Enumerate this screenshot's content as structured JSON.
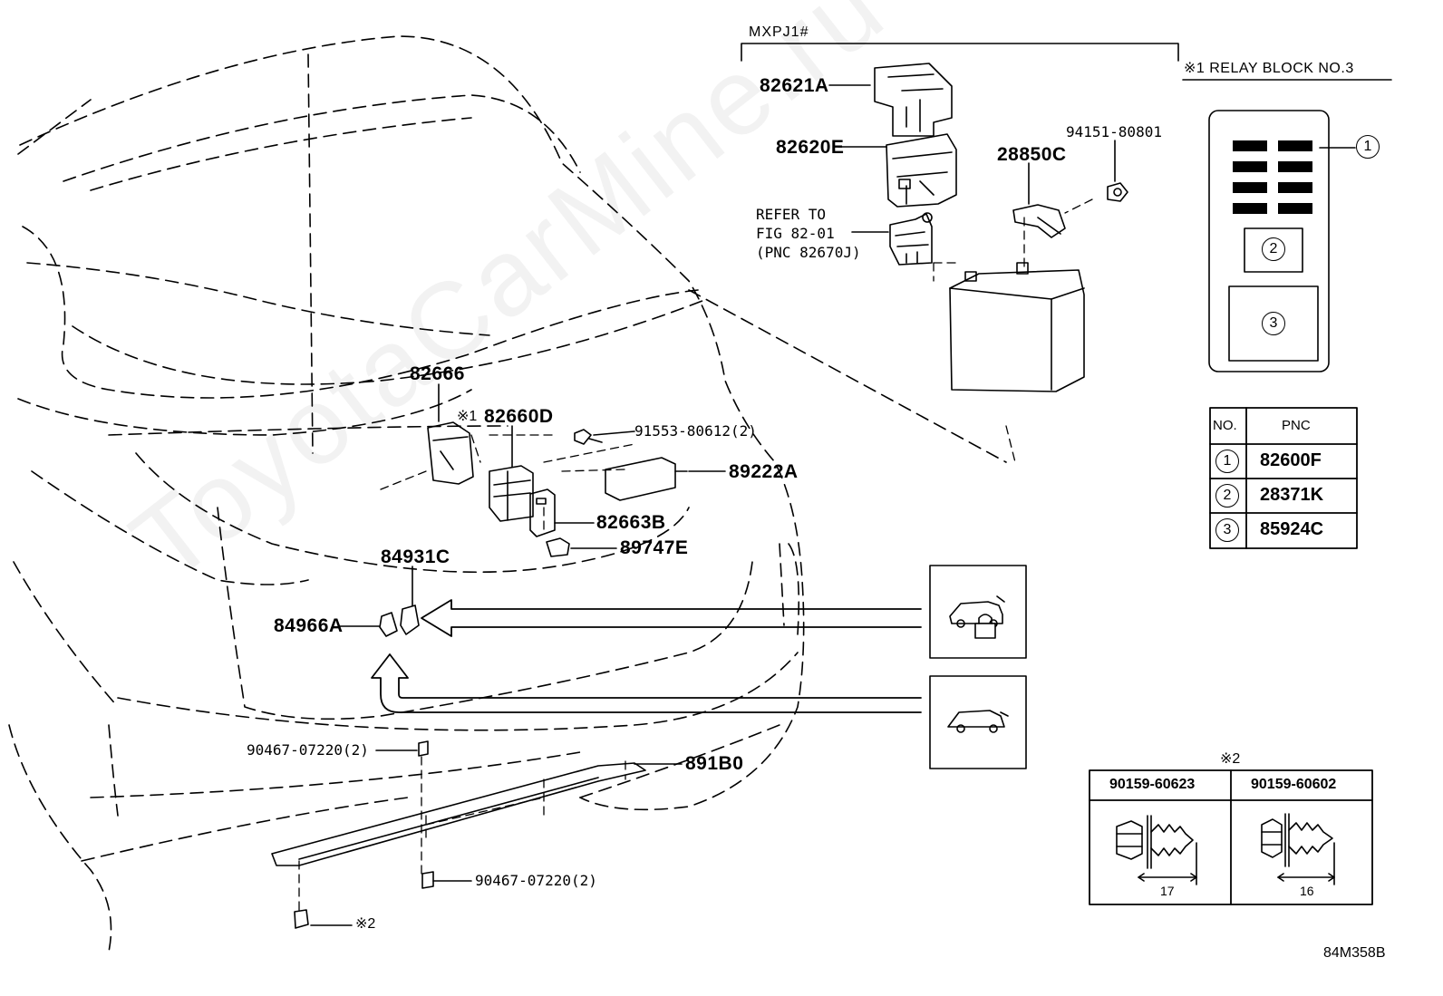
{
  "diagram": {
    "code": "84M358B",
    "model_bracket": "MXPJ1#",
    "relay_block_title": "※1  RELAY BLOCK NO.3",
    "refer_note": [
      "REFER TO",
      "FIG 82-01",
      "(PNC 82670J)"
    ],
    "watermark": "ToyotaCarMine.ru",
    "part_labels": {
      "p82621A": "82621A",
      "p82620E": "82620E",
      "p28850C": "28850C",
      "p94151": "94151-80801",
      "p82666": "82666",
      "ref1": "※1",
      "p82660D": "82660D",
      "p91553": "91553-80612(2)",
      "p89222A": "89222A",
      "p82663B": "82663B",
      "p89747E": "89747E",
      "p84931C": "84931C",
      "p84966A": "84966A",
      "p90467a": "90467-07220(2)",
      "p891B0": "891B0",
      "p90467b": "90467-07220(2)",
      "ref2": "※2"
    },
    "relay_callouts": [
      "1",
      "2",
      "3"
    ],
    "pnc_table": {
      "headers": [
        "NO.",
        "PNC"
      ],
      "rows": [
        {
          "no": "1",
          "pnc": "82600F"
        },
        {
          "no": "2",
          "pnc": "28371K"
        },
        {
          "no": "3",
          "pnc": "85924C"
        }
      ]
    },
    "bolt_table": {
      "title": "※2",
      "columns": [
        {
          "part": "90159-60623",
          "length": "17"
        },
        {
          "part": "90159-60602",
          "length": "16"
        }
      ]
    },
    "option_icons": [
      "car-lock-icon",
      "car-tailgate-icon"
    ]
  }
}
